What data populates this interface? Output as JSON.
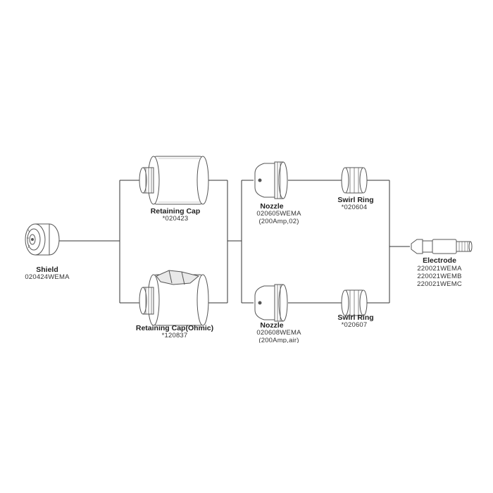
{
  "parts": {
    "shield": {
      "name": "Shield",
      "codes": [
        "020424WEMA"
      ]
    },
    "retaining_cap": {
      "name": "Retaining Cap",
      "codes": [
        "*020423"
      ]
    },
    "retaining_cap_ohmic": {
      "name": "Retaining Cap(Ohmic)",
      "codes": [
        "*120837"
      ]
    },
    "nozzle_top": {
      "name": "Nozzle",
      "codes": [
        "020605WEMA",
        "(200Amp,02)"
      ]
    },
    "nozzle_bottom": {
      "name": "Nozzle",
      "codes": [
        "020608WEMA",
        "(200Amp,air)"
      ]
    },
    "swirl_ring_top": {
      "name": "Swirl Ring",
      "codes": [
        "*020604"
      ]
    },
    "swirl_ring_bottom": {
      "name": "Swirl Ring",
      "codes": [
        "*020607"
      ]
    },
    "electrode": {
      "name": "Electrode",
      "codes": [
        "220021WEMA",
        "220021WEMB",
        "220021WEMC"
      ]
    }
  },
  "colors": {
    "line": "#333333",
    "part_stroke": "#555555",
    "text": "#222222"
  }
}
